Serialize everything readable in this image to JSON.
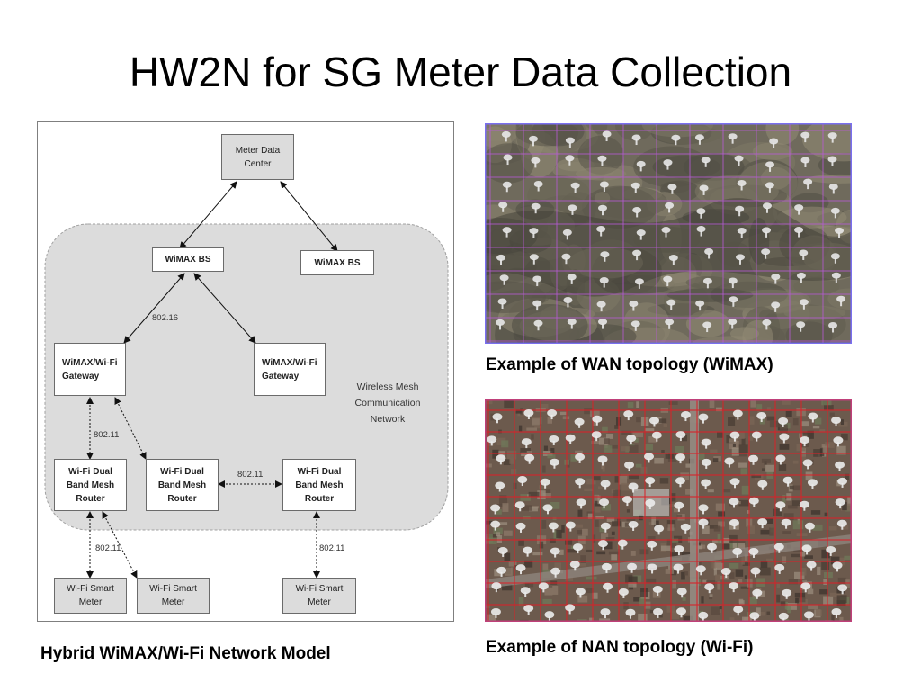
{
  "title": "HW2N for SG Meter Data Collection",
  "diagram": {
    "nodes": {
      "meter_data_center": "Meter Data Center",
      "wimax_bs_1": "WiMAX BS",
      "wimax_bs_2": "WiMAX BS",
      "gateway_1": "WiMAX/Wi-Fi Gateway",
      "gateway_2": "WiMAX/Wi-Fi Gateway",
      "router_1": "Wi-Fi Dual Band Mesh Router",
      "router_2": "Wi-Fi Dual Band Mesh Router",
      "router_3": "Wi-Fi Dual Band Mesh Router",
      "meter_1": "Wi-Fi Smart Meter",
      "meter_2": "Wi-Fi Smart Meter",
      "meter_3": "Wi-Fi Smart Meter"
    },
    "labels": {
      "link_80216": "802.16",
      "link_80211_a": "802.11",
      "link_80211_b": "802.11",
      "link_80211_c": "802.11",
      "link_80211_d": "802.11"
    },
    "cloud_label": "Wireless Mesh Communication Network"
  },
  "captions": {
    "diagram": "Hybrid WiMAX/Wi-Fi Network Model",
    "wan": "Example of WAN topology (WiMAX)",
    "nan": "Example of NAN topology (Wi-Fi)"
  },
  "colors": {
    "wan_grid": "#b85ad6",
    "nan_grid": "#d8232a",
    "wan_border": "#7a6ff0",
    "nan_border": "#c0407a"
  }
}
